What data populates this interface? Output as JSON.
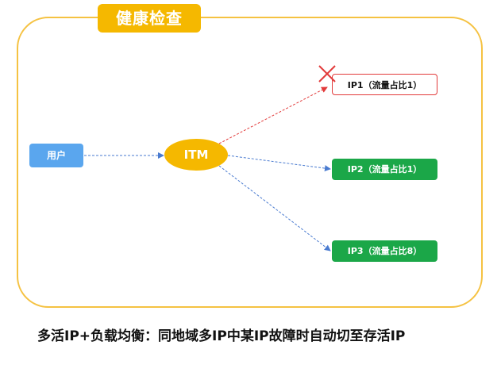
{
  "title": "健康检查",
  "nodes": {
    "user": "用户",
    "itm": "ITM",
    "ip1": "IP1（流量占比1）",
    "ip2": "IP2（流量占比1）",
    "ip3": "IP3（流量占比8）"
  },
  "caption": "多活IP+负载均衡：同地域多IP中某IP故障时自动切至存活IP",
  "colors": {
    "frame": "#f5c242",
    "accent": "#f5b800",
    "user": "#5aa6ee",
    "healthy": "#1ba748",
    "failed": "#e23a3a",
    "link": "#4a7bd0"
  }
}
